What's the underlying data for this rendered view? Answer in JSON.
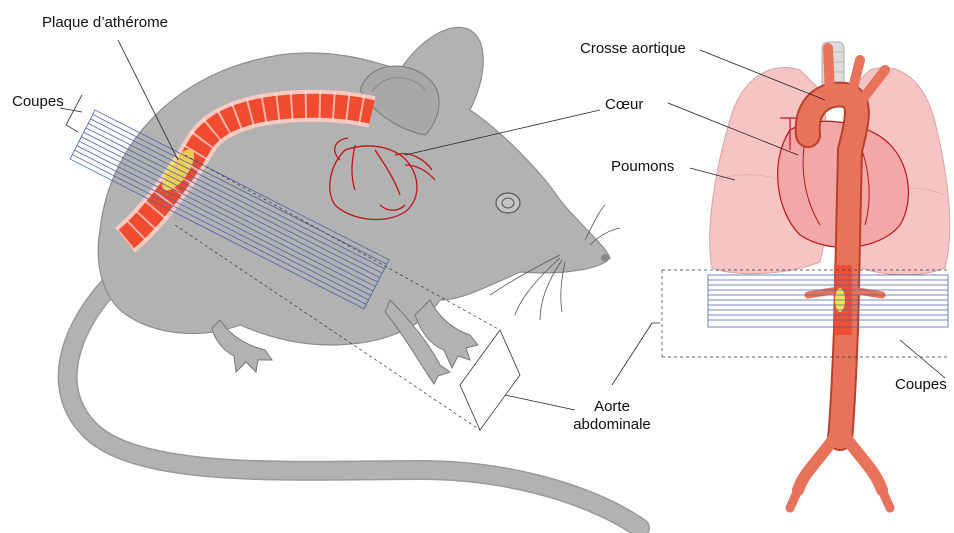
{
  "labels": {
    "plaque": "Plaque d’athérome",
    "coupes_left": "Coupes",
    "coeur": "Cœur",
    "crosse": "Crosse aortique",
    "poumons": "Poumons",
    "aorte_line1": "Aorte",
    "aorte_line2": "abdominale",
    "coupes_right": "Coupes"
  },
  "colors": {
    "mouse_body": "#b2b2b2",
    "aorta_red": "#f04a2f",
    "aorta_orange": "#e8735a",
    "plaque_yellow": "#f2e35a",
    "lung_pink": "#f7c4c4",
    "section_lines": "#4b63a8",
    "heart_outline": "#c0141a"
  }
}
